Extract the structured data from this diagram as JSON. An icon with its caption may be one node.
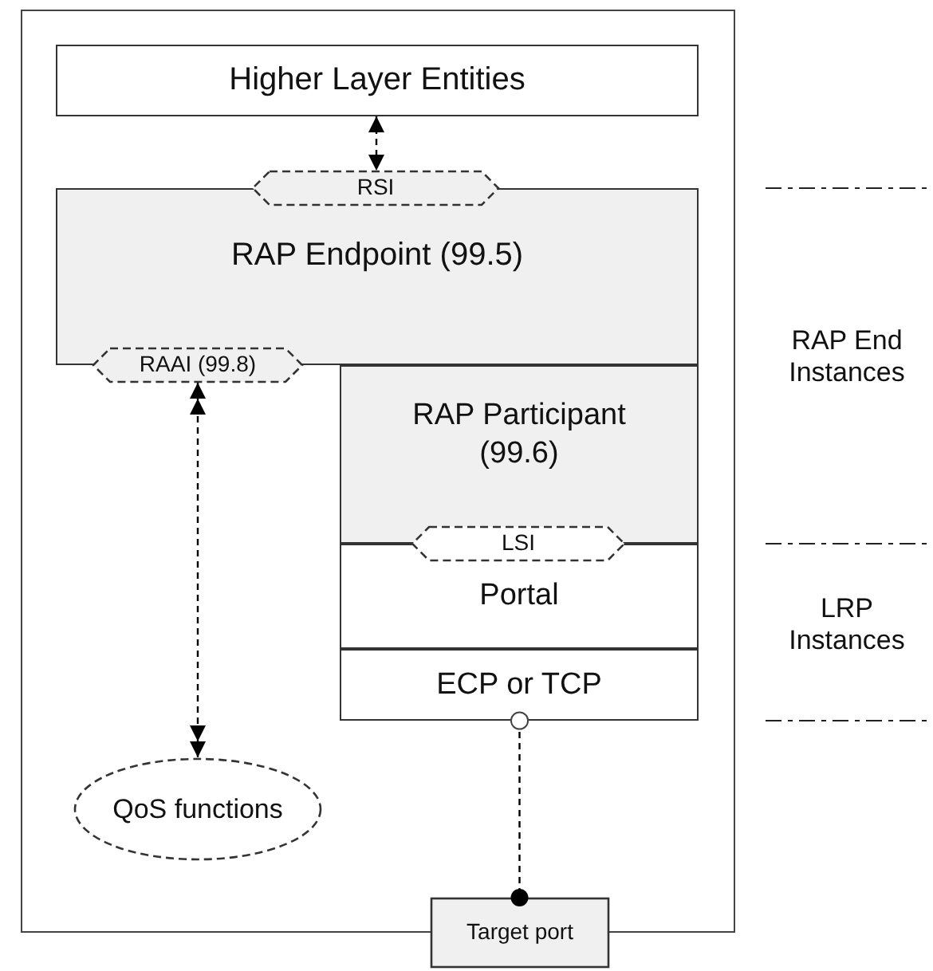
{
  "diagram": {
    "nodes": [
      {
        "text": [
          "Higher Layer Entities"
        ]
      },
      {
        "text": [
          "RAP Endpoint (99.5)"
        ]
      },
      {
        "text": [
          "RSI"
        ]
      },
      {
        "text": [
          "RAAI (99.8)"
        ]
      },
      {
        "text": [
          "RAP Participant (99.6)"
        ]
      },
      {
        "text": [
          "LSI"
        ]
      },
      {
        "text": [
          "Portal"
        ]
      },
      {
        "text": [
          "ECP or TCP"
        ]
      },
      {
        "text": [
          "QoS functions"
        ]
      },
      {
        "text": [
          "Target port"
        ]
      }
    ],
    "edges": [
      {
        "from": 0,
        "to": 2,
        "arrow": "both",
        "style": "dashed"
      },
      {
        "from": 3,
        "to": 8,
        "arrow": "both",
        "style": "dashed"
      },
      {
        "from": 7,
        "to": 9,
        "arrow": "other",
        "style": "dashed"
      }
    ],
    "labels": [
      "RAP End Instances",
      "LRP Instances"
    ]
  }
}
